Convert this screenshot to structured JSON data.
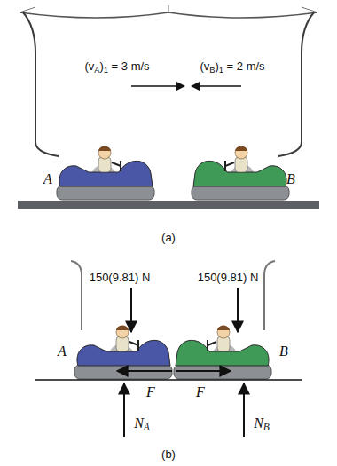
{
  "diagram": {
    "labels": [
      "(vA)1 = 3 m/s",
      "(vB)1 = 2 m/s",
      "A",
      "B",
      "(a)",
      "150(9.81) N",
      "150(9.81) N",
      "A",
      "B",
      "F",
      "F",
      "NA",
      "NB",
      "(b)"
    ]
  }
}
